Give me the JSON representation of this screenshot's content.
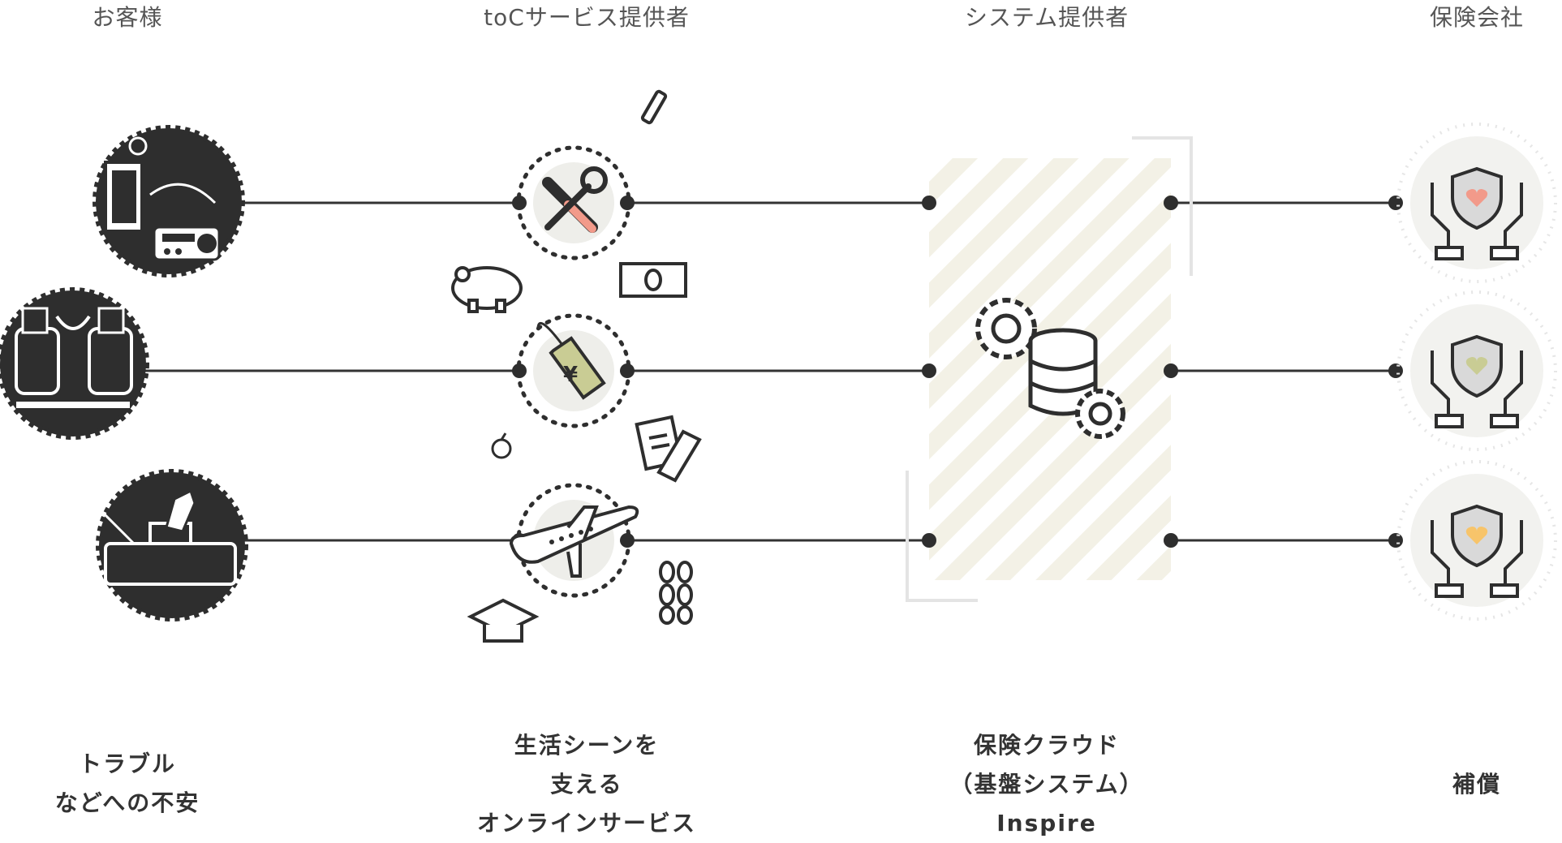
{
  "columns": [
    {
      "id": "customer",
      "title": "お客様",
      "caption": [
        "トラブル",
        "などへの不安"
      ]
    },
    {
      "id": "service",
      "title": "toCサービス提供者",
      "caption": [
        "生活シーンを",
        "支える",
        "オンラインサービス"
      ]
    },
    {
      "id": "system",
      "title": "システム提供者",
      "caption": [
        "保険クラウド",
        "（基盤システム）",
        "Inspire"
      ]
    },
    {
      "id": "insurer",
      "title": "保険会社",
      "caption": [
        "補償"
      ]
    }
  ],
  "colors": {
    "line": "#333333",
    "dark": "#2e2e2e",
    "stripe": "#f3f1e6",
    "wrench_handle": "#f29a8a",
    "price_tag": "#c9cc94",
    "heart_1": "#f29a8a",
    "heart_2": "#c9cc94",
    "heart_3": "#f7c46a",
    "icon_bg": "#eeeeea"
  },
  "icons": {
    "customer": [
      "home-appliance-trouble-icon",
      "delivery-worker-icon",
      "luggage-trouble-icon"
    ],
    "service": [
      "repair-tools-icon",
      "price-tag-yen-icon",
      "airplane-icon"
    ],
    "floating": [
      "screwdriver-icon",
      "piggy-bank-icon",
      "banknote-icon",
      "apple-icon",
      "medical-record-syringe-icon",
      "graduation-cap-icon",
      "wheat-icon"
    ],
    "system": "database-gears-icon",
    "insurer": "hands-shield-heart-icon"
  }
}
